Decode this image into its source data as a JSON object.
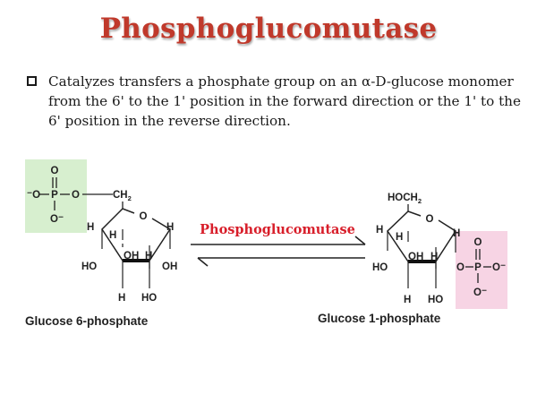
{
  "title": "Phosphoglucomutase",
  "bullet": "Catalyzes transfers a phosphate group on an α-D-glucose monomer from the 6' to the 1' position in the forward direction or the 1' to the 6' position in the reverse direction.",
  "reaction": {
    "enzyme": "Phosphoglucomutase",
    "left": {
      "caption": "Glucose 6-phosphate",
      "phosphate_o_top": "O",
      "phosphate_o_left": "⁻O",
      "phosphate_p": "P",
      "phosphate_o_bridge": "O",
      "phosphate_o_bottom": "O⁻",
      "ch2": "CH",
      "ch2_sub": "2",
      "ring_o": "O",
      "h_left": "H",
      "h_right": "H",
      "h_upper": "H",
      "oh_mid": "OH",
      "h_mid": "H",
      "ho_left": "HO",
      "oh_right": "OH",
      "h_bottom": "H",
      "oh_bottom": "HO"
    },
    "right": {
      "caption": "Glucose 1-phosphate",
      "hoch2": "HOCH",
      "hoch2_sub": "2",
      "ring_o": "O",
      "h_left": "H",
      "h_right": "H",
      "h_upper": "H",
      "oh_mid": "OH",
      "h_mid": "H",
      "ho_left": "HO",
      "phosphate_o_bridge": "O",
      "phosphate_o_top": "O",
      "phosphate_p": "P",
      "phosphate_o_right": "O⁻",
      "phosphate_o_bottom": "O⁻",
      "h_bottom": "H",
      "oh_bottom": "HO"
    }
  },
  "colors": {
    "title": "#c0392b",
    "enzyme": "#d81e2a",
    "phosphate_left_bg": "#d7efcf",
    "phosphate_right_bg": "#f7d4e4"
  }
}
